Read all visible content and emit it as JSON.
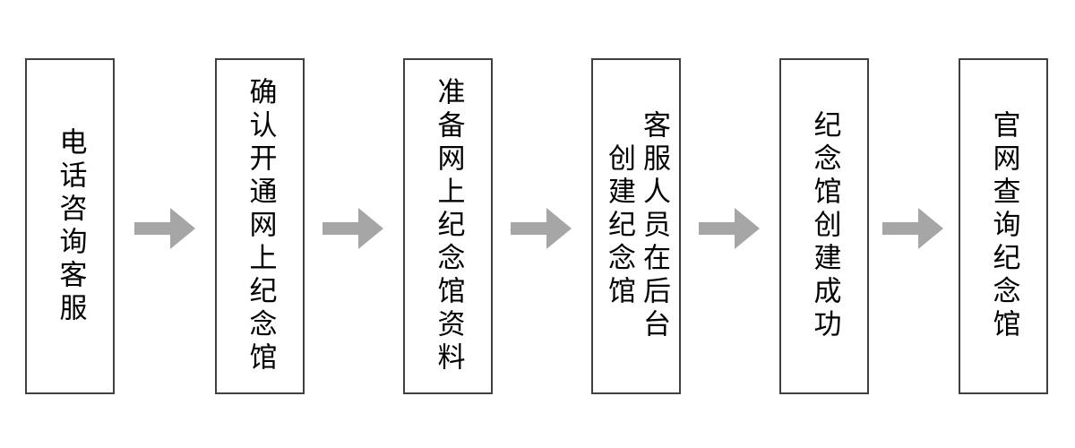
{
  "diagram": {
    "type": "flowchart",
    "orientation": "left-to-right",
    "background_color": "#FFFFFF",
    "box_border_color": "#404040",
    "arrow_color": "#A6A6A6",
    "text_color": "#000000",
    "text_direction": "vertical-rl",
    "steps": [
      {
        "id": "step-1",
        "label": "电话咨询客服"
      },
      {
        "id": "step-2",
        "label": "确认开通网上纪念馆"
      },
      {
        "id": "step-3",
        "label": "准备网上纪念馆资料"
      },
      {
        "id": "step-4",
        "label": "客服人员在后台创建纪念馆"
      },
      {
        "id": "step-5",
        "label": "纪念馆创建成功"
      },
      {
        "id": "step-6",
        "label": "官网查询纪念馆"
      }
    ],
    "connectors": [
      {
        "id": "arrow-1",
        "from": "step-1",
        "to": "step-2",
        "glyph": "right-arrow"
      },
      {
        "id": "arrow-2",
        "from": "step-2",
        "to": "step-3",
        "glyph": "right-arrow"
      },
      {
        "id": "arrow-3",
        "from": "step-3",
        "to": "step-4",
        "glyph": "right-arrow"
      },
      {
        "id": "arrow-4",
        "from": "step-4",
        "to": "step-5",
        "glyph": "right-arrow"
      },
      {
        "id": "arrow-5",
        "from": "step-5",
        "to": "step-6",
        "glyph": "right-arrow"
      }
    ]
  }
}
